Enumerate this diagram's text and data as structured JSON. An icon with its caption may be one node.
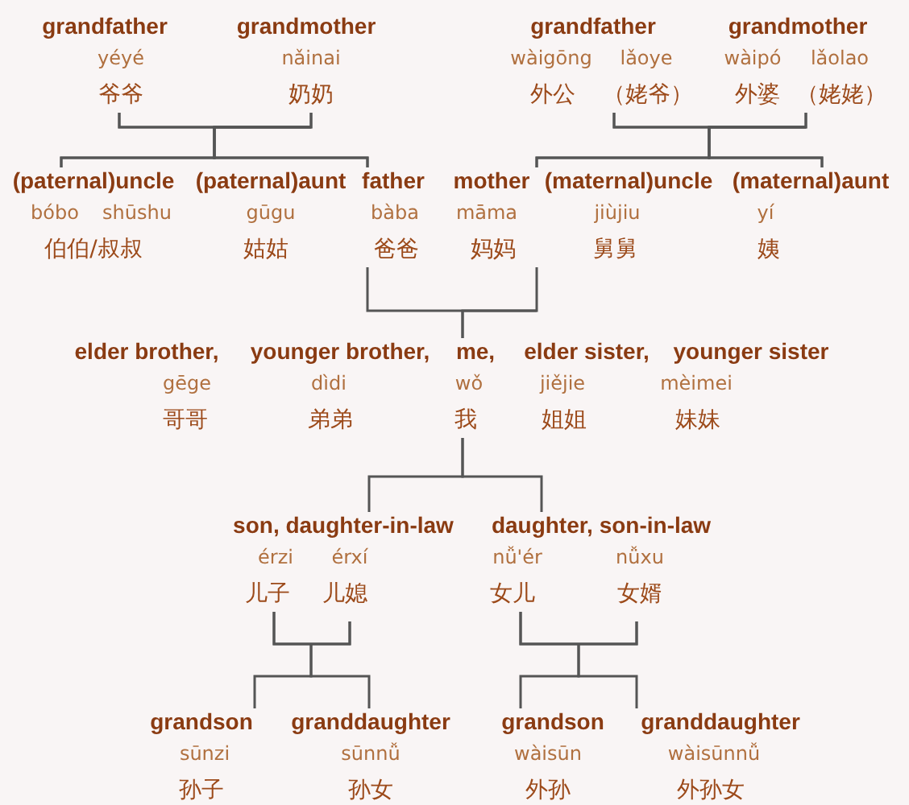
{
  "diagram": {
    "nodes": [
      {
        "text": [
          "grandfather",
          "yéyé",
          "爷爷"
        ]
      },
      {
        "text": [
          "grandmother",
          "nǎinai",
          "奶奶"
        ]
      },
      {
        "text": [
          "grandfather",
          "wàigōng",
          "lǎoye",
          "外公",
          "（姥爷）"
        ]
      },
      {
        "text": [
          "grandmother",
          "wàipó",
          "lǎolao",
          "外婆",
          "（姥姥）"
        ]
      },
      {
        "text": [
          "(paternal)uncle",
          "bóbo",
          "shūshu",
          "伯伯/叔叔"
        ]
      },
      {
        "text": [
          "(paternal)aunt",
          "gūgu",
          "姑姑"
        ]
      },
      {
        "text": [
          "father",
          "bàba",
          "爸爸"
        ]
      },
      {
        "text": [
          "mother",
          "māma",
          "妈妈"
        ]
      },
      {
        "text": [
          "(maternal)uncle",
          "jiùjiu",
          "舅舅"
        ]
      },
      {
        "text": [
          "(maternal)aunt",
          "yí",
          "姨"
        ]
      },
      {
        "text": [
          "elder brother,",
          "gēge",
          "哥哥"
        ]
      },
      {
        "text": [
          "younger brother,",
          "dìdi",
          "弟弟"
        ]
      },
      {
        "text": [
          "me,",
          "wǒ",
          "我"
        ]
      },
      {
        "text": [
          "elder sister,",
          "jiějie",
          "姐姐"
        ]
      },
      {
        "text": [
          "younger sister",
          "mèimei",
          "妹妹"
        ]
      },
      {
        "text": [
          "son, daughter-in-law",
          "érzi",
          "érxí",
          "儿子",
          "儿媳"
        ]
      },
      {
        "text": [
          "daughter, son-in-law",
          "nǚ'ér",
          "nǚxu",
          "女儿",
          "女婿"
        ]
      },
      {
        "text": [
          "grandson",
          "sūnzi",
          "孙子"
        ]
      },
      {
        "text": [
          "granddaughter",
          "sūnnǚ",
          "孙女"
        ]
      },
      {
        "text": [
          "grandson",
          "wàisūn",
          "外孙"
        ]
      },
      {
        "text": [
          "granddaughter",
          "wàisūnnǚ",
          "外孙女"
        ]
      }
    ],
    "edges": [
      {
        "from": 0,
        "to": 4,
        "arrow": "none"
      },
      {
        "from": 1,
        "to": 4,
        "arrow": "none"
      },
      {
        "from": 0,
        "to": 6,
        "arrow": "none"
      },
      {
        "from": 1,
        "to": 6,
        "arrow": "none"
      },
      {
        "from": 2,
        "to": 7,
        "arrow": "none"
      },
      {
        "from": 3,
        "to": 7,
        "arrow": "none"
      },
      {
        "from": 2,
        "to": 9,
        "arrow": "none"
      },
      {
        "from": 3,
        "to": 9,
        "arrow": "none"
      },
      {
        "from": 6,
        "to": 12,
        "arrow": "none"
      },
      {
        "from": 7,
        "to": 12,
        "arrow": "none"
      },
      {
        "from": 12,
        "to": 15,
        "arrow": "none"
      },
      {
        "from": 12,
        "to": 16,
        "arrow": "none"
      },
      {
        "from": 15,
        "to": 17,
        "arrow": "none"
      },
      {
        "from": 15,
        "to": 18,
        "arrow": "none"
      },
      {
        "from": 16,
        "to": 19,
        "arrow": "none"
      },
      {
        "from": 16,
        "to": 20,
        "arrow": "none"
      }
    ]
  }
}
